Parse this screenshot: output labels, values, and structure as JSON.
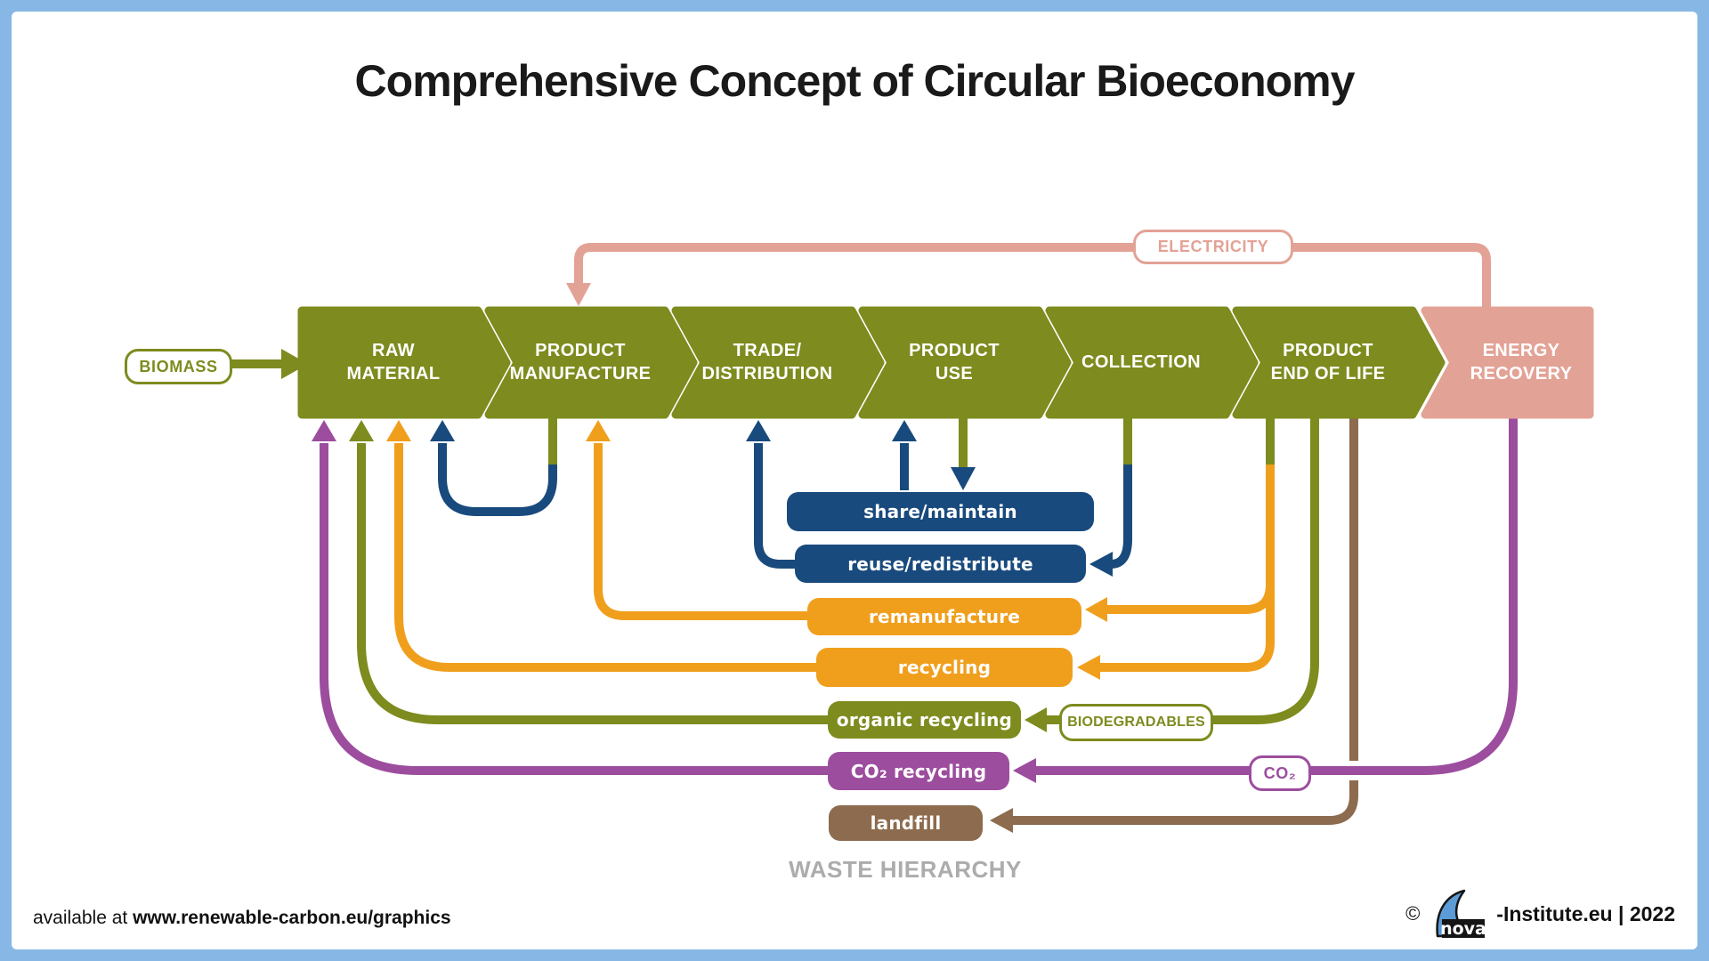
{
  "title": "Comprehensive Concept of Circular Bioeconomy",
  "stages": [
    {
      "id": "raw-material",
      "label": "RAW\nMATERIAL"
    },
    {
      "id": "product-manufacture",
      "label": "PRODUCT\nMANUFACTURE"
    },
    {
      "id": "trade-distribution",
      "label": "TRADE/\nDISTRIBUTION"
    },
    {
      "id": "product-use",
      "label": "PRODUCT\nUSE"
    },
    {
      "id": "collection",
      "label": "COLLECTION"
    },
    {
      "id": "product-end-of-life",
      "label": "PRODUCT\nEND OF LIFE"
    },
    {
      "id": "energy-recovery",
      "label": "ENERGY\nRECOVERY"
    }
  ],
  "io_labels": {
    "biomass": "BIOMASS",
    "electricity": "ELECTRICITY",
    "biodegradables": "BIODEGRADABLES",
    "co2": "CO₂"
  },
  "loops": [
    {
      "id": "share-maintain",
      "label": "share/maintain",
      "color": "#194A7D"
    },
    {
      "id": "reuse-redistribute",
      "label": "reuse/redistribute",
      "color": "#194A7D"
    },
    {
      "id": "remanufacture",
      "label": "remanufacture",
      "color": "#F09F1D"
    },
    {
      "id": "recycling",
      "label": "recycling",
      "color": "#F09F1D"
    },
    {
      "id": "organic-recycling",
      "label": "organic recycling",
      "color": "#7E8B1E"
    },
    {
      "id": "co2-recycling",
      "label": "CO₂ recycling",
      "color": "#9C4D9E"
    },
    {
      "id": "landfill",
      "label": "landfill",
      "color": "#8D6B4E"
    }
  ],
  "waste_hierarchy": "WASTE HIERARCHY",
  "footer": {
    "available_prefix": "available at ",
    "url": "www.renewable-carbon.eu/graphics",
    "copyright_symbol": "©",
    "logo_text": "nova",
    "copyright_text": "-Institute.eu | 2022"
  },
  "colors": {
    "olive": "#7E8B1E",
    "orange": "#F09F1D",
    "navy": "#194A7D",
    "purple": "#9C4D9E",
    "brown": "#8D6B4E",
    "salmon": "#E3A296",
    "frame_blue": "#87B8E5",
    "waste_gray": "#ACACAC"
  }
}
